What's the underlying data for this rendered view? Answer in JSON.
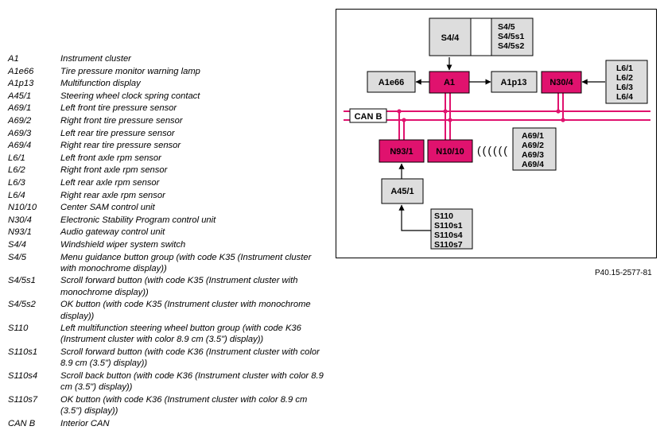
{
  "legend": [
    {
      "code": "A1",
      "description": "Instrument cluster"
    },
    {
      "code": "A1e66",
      "description": "Tire pressure monitor warning lamp"
    },
    {
      "code": "A1p13",
      "description": "Multifunction display"
    },
    {
      "code": "A45/1",
      "description": "Steering wheel clock spring contact"
    },
    {
      "code": "A69/1",
      "description": "Left front tire pressure sensor"
    },
    {
      "code": "A69/2",
      "description": "Right front tire pressure sensor"
    },
    {
      "code": "A69/3",
      "description": "Left rear tire pressure sensor"
    },
    {
      "code": "A69/4",
      "description": "Right rear tire pressure sensor"
    },
    {
      "code": "L6/1",
      "description": "Left front axle rpm sensor"
    },
    {
      "code": "L6/2",
      "description": "Right front axle rpm sensor"
    },
    {
      "code": "L6/3",
      "description": "Left rear axle rpm sensor"
    },
    {
      "code": "L6/4",
      "description": "Right rear axle rpm sensor"
    },
    {
      "code": "N10/10",
      "description": "Center SAM control unit"
    },
    {
      "code": "N30/4",
      "description": "Electronic Stability Program control unit"
    },
    {
      "code": "N93/1",
      "description": "Audio gateway control unit"
    },
    {
      "code": "S4/4",
      "description": "Windshield wiper system switch"
    },
    {
      "code": "S4/5",
      "description": "Menu guidance button group (with code K35 (Instrument cluster with monochrome display))"
    },
    {
      "code": "S4/5s1",
      "description": "Scroll forward button (with code K35 (Instrument cluster with monochrome display))"
    },
    {
      "code": "S4/5s2",
      "description": "OK button (with code K35 (Instrument cluster with monochrome display))"
    },
    {
      "code": "S110",
      "description": "Left multifunction steering wheel button group (with code K36 (Instrument cluster with color 8.9 cm (3.5\") display))"
    },
    {
      "code": "S110s1",
      "description": "Scroll forward button (with code K36 (Instrument cluster with color 8.9 cm (3.5\") display))"
    },
    {
      "code": "S110s4",
      "description": "Scroll back button (with code K36 (Instrument cluster with color 8.9 cm (3.5\") display))"
    },
    {
      "code": "S110s7",
      "description": "OK button (with code K36 (Instrument cluster with color 8.9 cm (3.5\") display))"
    },
    {
      "code": "CAN B",
      "description": "Interior CAN"
    }
  ],
  "diagram": {
    "bus_label": "CAN B",
    "components": {
      "s44": "S4/4",
      "s45_group": [
        "S4/5",
        "S4/5s1",
        "S4/5s2"
      ],
      "a1": "A1",
      "a1e66": "A1e66",
      "a1p13": "A1p13",
      "n304": "N30/4",
      "l6_group": [
        "L6/1",
        "L6/2",
        "L6/3",
        "L6/4"
      ],
      "n931": "N93/1",
      "n1010": "N10/10",
      "a69_group": [
        "A69/1",
        "A69/2",
        "A69/3",
        "A69/4"
      ],
      "a451": "A45/1",
      "s110_group": [
        "S110",
        "S110s1",
        "S110s4",
        "S110s7"
      ]
    },
    "colors": {
      "control_unit_fill": "#e0126e",
      "component_fill": "#dddddd",
      "bus_color": "#e0126e",
      "line_color": "#000000"
    },
    "wireless_symbol": "(((((("
  },
  "doc_ref": "P40.15-2577-81"
}
